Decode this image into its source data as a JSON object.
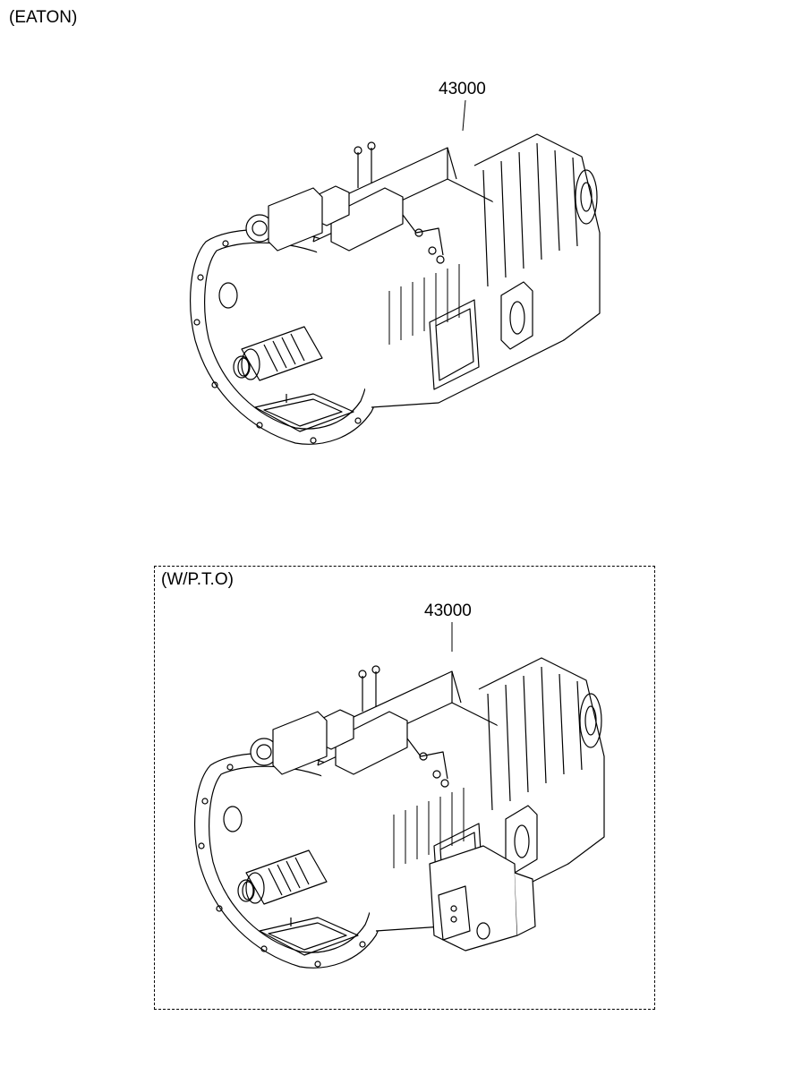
{
  "labels": {
    "top_group": "(EATON)",
    "pto_group": "(W/P.T.O)"
  },
  "parts": [
    {
      "part_number": "43000"
    },
    {
      "part_number": "43000"
    }
  ]
}
